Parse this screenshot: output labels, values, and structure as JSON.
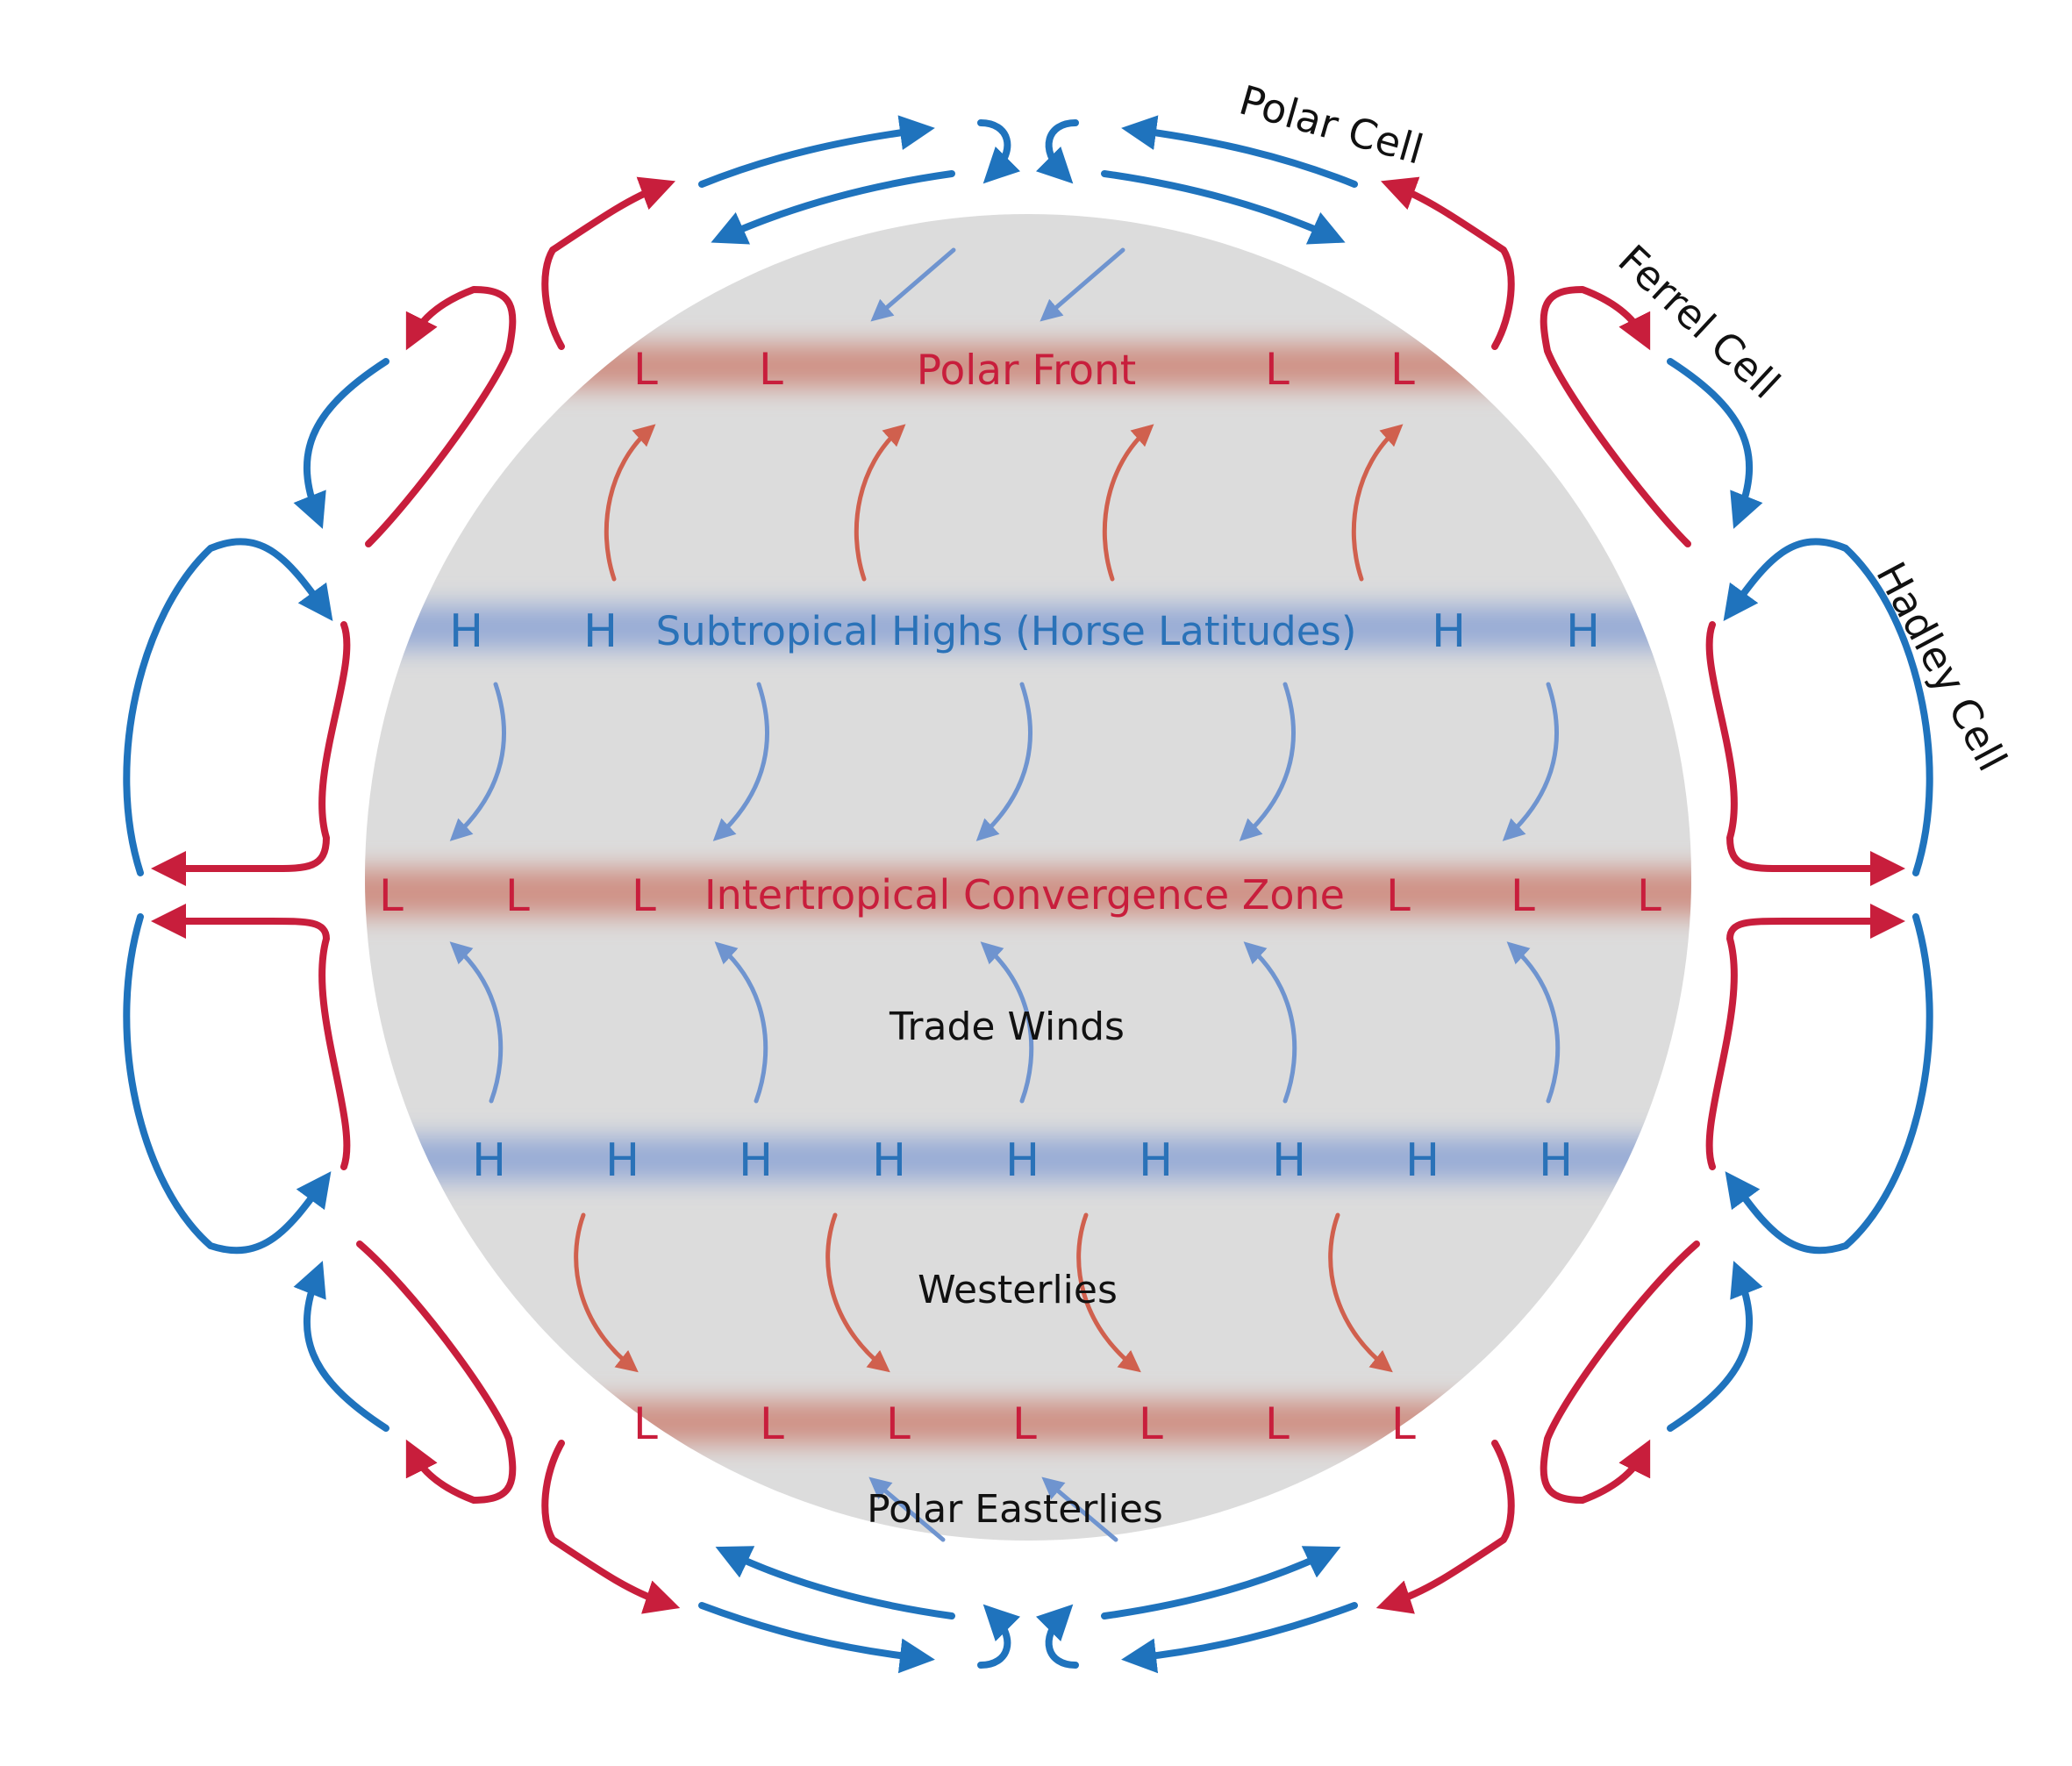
{
  "colors": {
    "red": "#c81e3c",
    "blue": "#1f73bd",
    "warm_arrow": "#d0604e",
    "cool_arrow": "#6f94cf",
    "low_band": "#cf9286",
    "high_band": "#98acd6",
    "globe": "#dcdcdc",
    "red_text": "#c81e3c",
    "blue_text": "#2a72b8",
    "black_text": "#111111"
  },
  "cells": {
    "polar": "Polar Cell",
    "ferrel": "Ferrel Cell",
    "hadley": "Hadley Cell"
  },
  "zones": {
    "polar_front": "Polar Front",
    "subtropical_highs": "Subtropical Highs (Horse Latitudes)",
    "itcz": "Intertropical Convergence Zone",
    "trade_winds": "Trade Winds",
    "westerlies": "Westerlies",
    "polar_easterlies": "Polar Easterlies"
  },
  "markers": {
    "low": "L",
    "high": "H"
  }
}
